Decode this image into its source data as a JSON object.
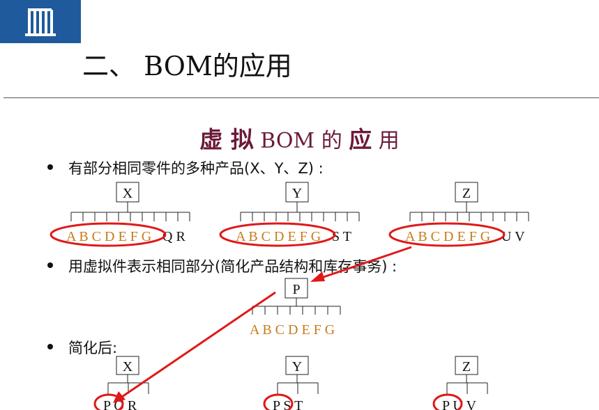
{
  "section_title": "二、 BOM的应用",
  "slide_title": {
    "p1": "虚 拟",
    "p2": " BOM 的 ",
    "p3": "应",
    "p4": " 用"
  },
  "bullets": [
    "有部分相同零件的多种产品(X、Y、Z) :",
    "用虚拟件表示相同部分(简化产品结构和库存事务) :",
    "简化后:"
  ],
  "products": [
    {
      "root": "X",
      "common": "A B C D E  F G",
      "extra": "Q R"
    },
    {
      "root": "Y",
      "common": "A B C D E  F G",
      "extra": "S T"
    },
    {
      "root": "Z",
      "common": "A B C D E  F G",
      "extra": "U V"
    }
  ],
  "phantom": {
    "root": "P",
    "children": "A B C D E  F G"
  },
  "simplified": [
    {
      "root": "X",
      "children": "P Q  R"
    },
    {
      "root": "Y",
      "children": "P S  T"
    },
    {
      "root": "Z",
      "children": "P U  V"
    }
  ],
  "colors": {
    "logo": "#1f5a9c",
    "title": "#6b1a3a",
    "orange": "#c87a1a",
    "red": "#e01818"
  },
  "icons": {
    "logo": "building-logo-icon"
  }
}
